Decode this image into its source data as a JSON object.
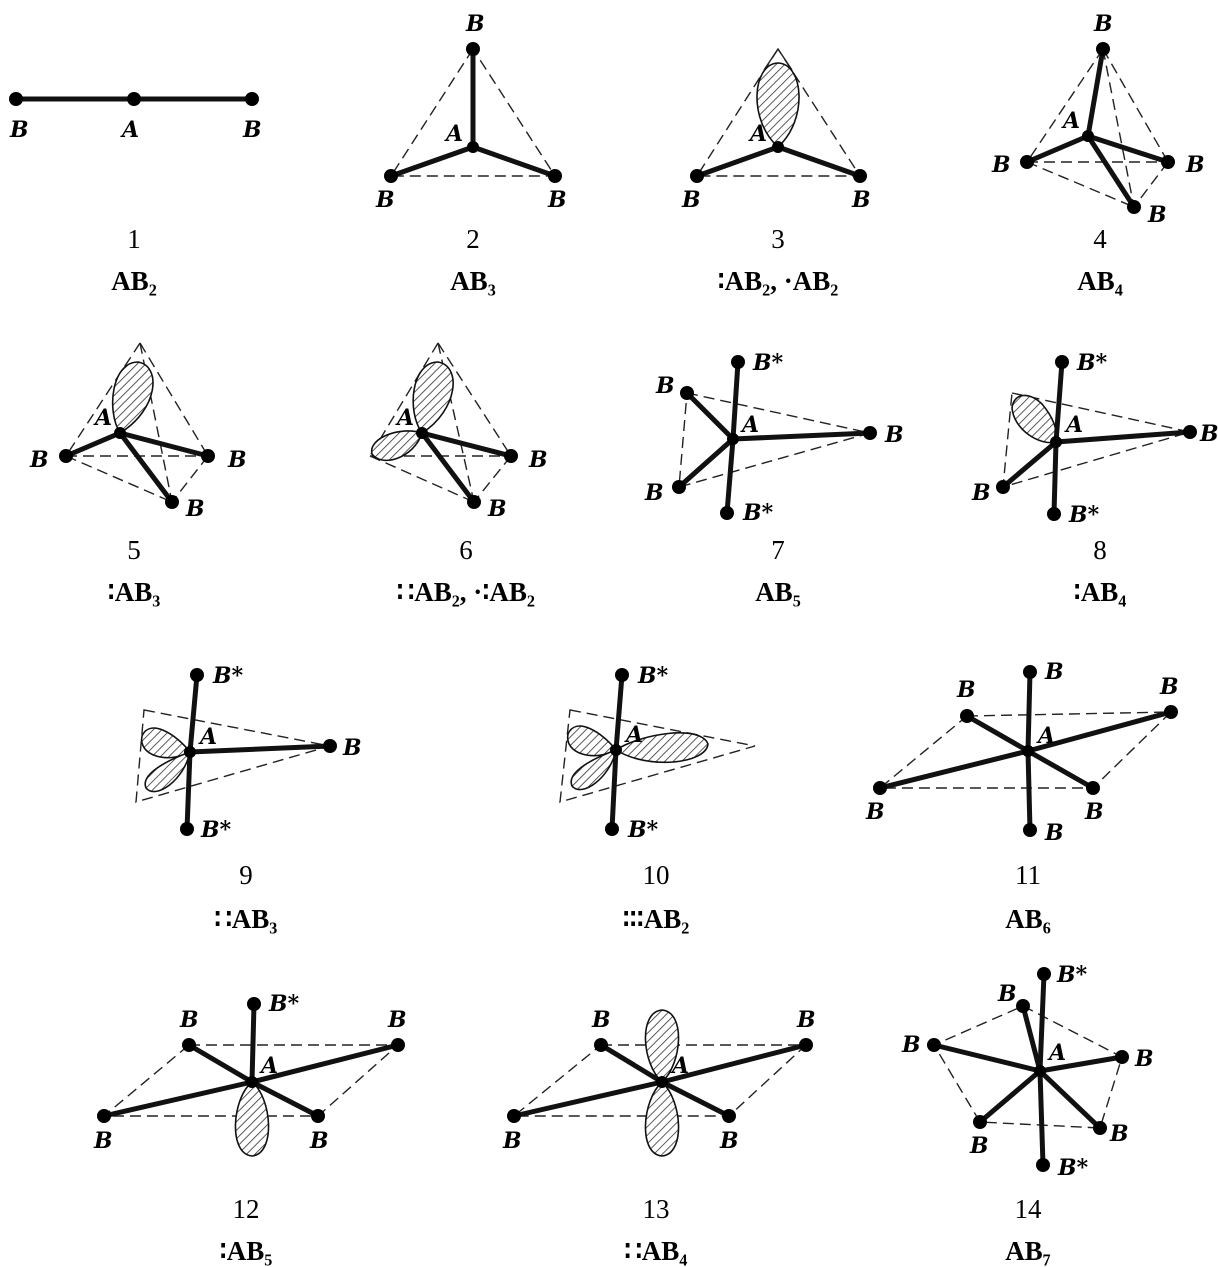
{
  "labels": {
    "B": "B",
    "A": "A",
    "Bstar": "B*"
  },
  "figures": [
    {
      "number": "1",
      "formula": "AB₂"
    },
    {
      "number": "2",
      "formula": "AB₃"
    },
    {
      "number": "3",
      "formula": "∶AB₂, ·AB₂"
    },
    {
      "number": "4",
      "formula": "AB₄"
    },
    {
      "number": "5",
      "formula": "∶AB₃"
    },
    {
      "number": "6",
      "formula": "∷AB₂, ·∶AB₂"
    },
    {
      "number": "7",
      "formula": "AB₅"
    },
    {
      "number": "8",
      "formula": "∶AB₄"
    },
    {
      "number": "9",
      "formula": "∷AB₃"
    },
    {
      "number": "10",
      "formula": "∶∶∶AB₂"
    },
    {
      "number": "11",
      "formula": "AB₆"
    },
    {
      "number": "12",
      "formula": "∶AB₅"
    },
    {
      "number": "13",
      "formula": "∷AB₄"
    },
    {
      "number": "14",
      "formula": "AB₇"
    }
  ]
}
